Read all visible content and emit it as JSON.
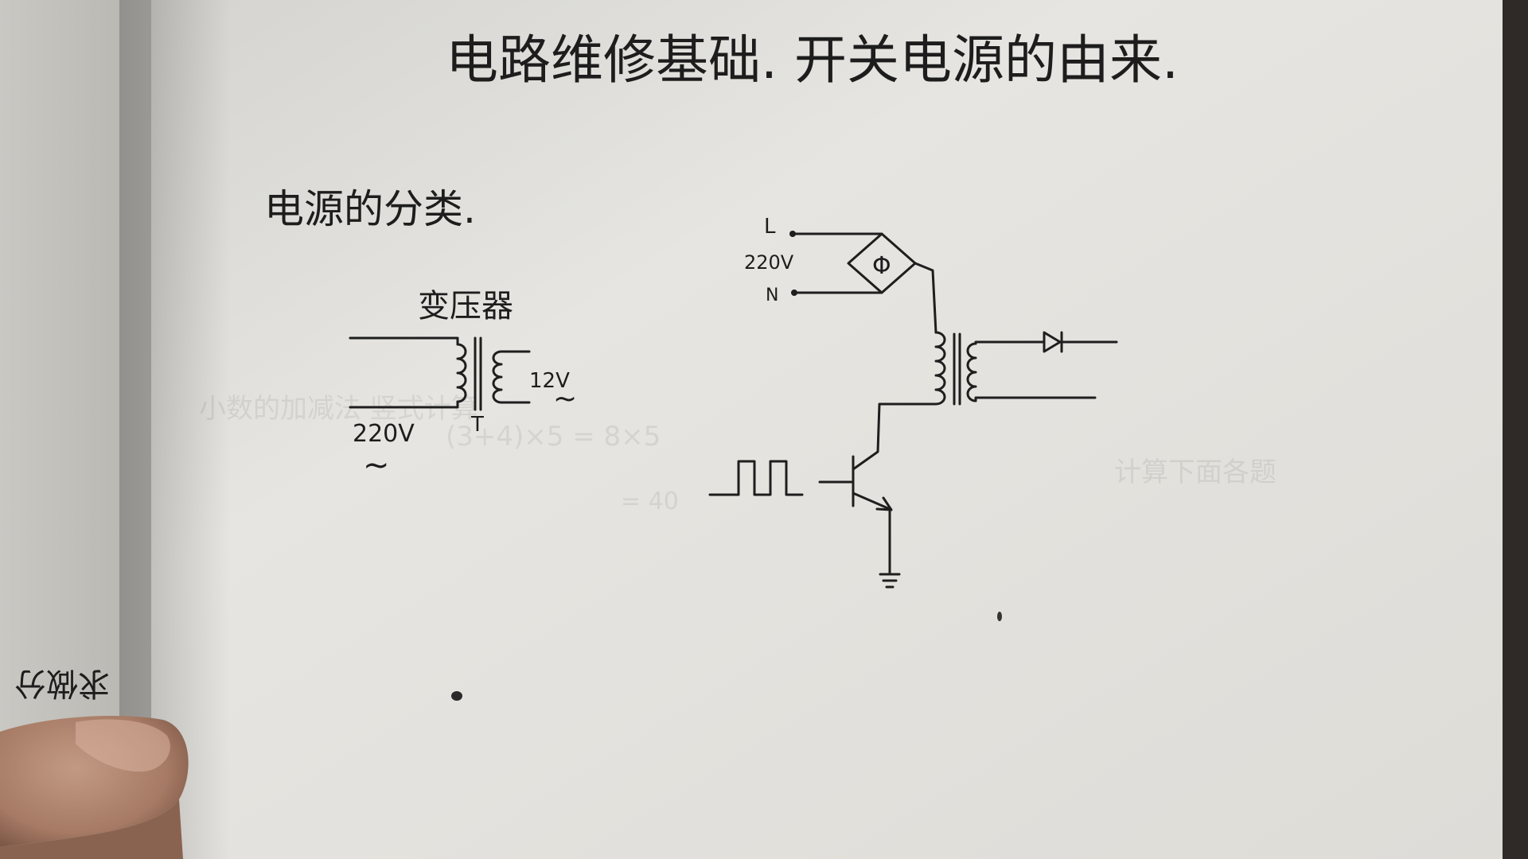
{
  "title": "电路维修基础. 开关电源的由来.",
  "section_heading": "电源的分类.",
  "transformer_circuit": {
    "label": "变压器",
    "primary_voltage": "220V",
    "primary_ac_symbol": "~",
    "secondary_voltage": "12V",
    "secondary_ac_symbol": "~",
    "core_label": "T"
  },
  "switching_circuit": {
    "line_label": "L",
    "voltage_label": "220V",
    "neutral_label": "N"
  },
  "margin_note": "求做分"
}
